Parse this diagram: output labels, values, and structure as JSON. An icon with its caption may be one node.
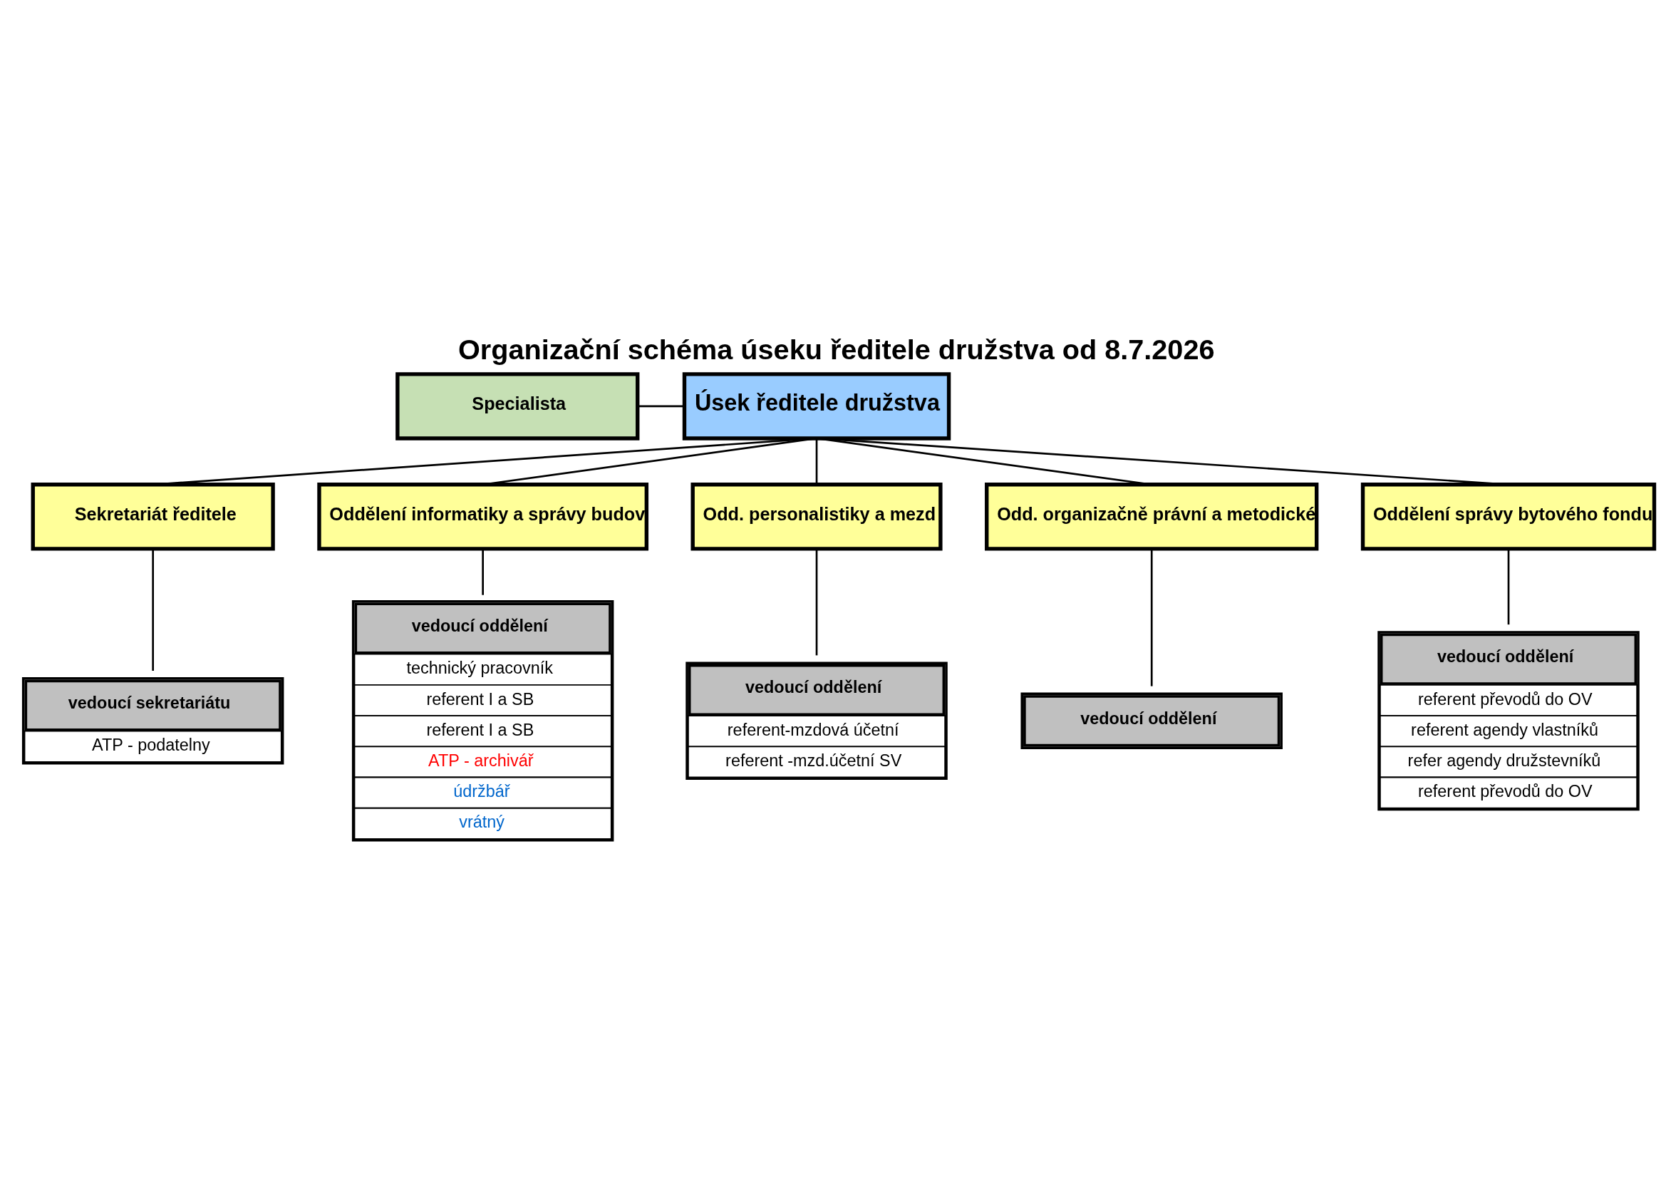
{
  "diagram": {
    "title": "Organizační schéma úseku ředitele družstva od 8.7.2026",
    "nodes": [
      {
        "text": [
          "Specialista"
        ]
      },
      {
        "text": [
          "Úsek ředitele družstva"
        ]
      },
      {
        "text": [
          "Sekretariát ředitele"
        ]
      },
      {
        "text": [
          "Oddělení informatiky a správy budov"
        ]
      },
      {
        "text": [
          "Odd. personalistiky a mezd"
        ]
      },
      {
        "text": [
          "Odd. organizačně právní a metodické"
        ]
      },
      {
        "text": [
          "Oddělení správy bytového fondu"
        ]
      },
      {
        "text": [
          "vedoucí sekretariátu",
          "ATP - podatelny"
        ]
      },
      {
        "text": [
          "vedoucí oddělení",
          "technický pracovník",
          "referent I a SB",
          "referent I a SB",
          "ATP - archivář",
          "údržbář",
          "vrátný"
        ]
      },
      {
        "text": [
          "vedoucí oddělení",
          "referent-mzdová účetní",
          "referent -mzd.účetní SV"
        ]
      },
      {
        "text": [
          "vedoucí oddělení"
        ]
      },
      {
        "text": [
          "vedoucí oddělení",
          "referent převodů do OV",
          "referent agendy vlastníků",
          "refer agendy družstevníků",
          "referent převodů do OV"
        ]
      }
    ],
    "edges": [
      {
        "from": 0,
        "to": 1,
        "arrow": "none"
      },
      {
        "from": 1,
        "to": 2,
        "arrow": "none"
      },
      {
        "from": 1,
        "to": 3,
        "arrow": "none"
      },
      {
        "from": 1,
        "to": 4,
        "arrow": "none"
      },
      {
        "from": 1,
        "to": 5,
        "arrow": "none"
      },
      {
        "from": 1,
        "to": 6,
        "arrow": "none"
      },
      {
        "from": 2,
        "to": 7,
        "arrow": "none"
      },
      {
        "from": 3,
        "to": 8,
        "arrow": "none"
      },
      {
        "from": 4,
        "to": 9,
        "arrow": "none"
      },
      {
        "from": 5,
        "to": 10,
        "arrow": "none"
      },
      {
        "from": 6,
        "to": 11,
        "arrow": "none"
      }
    ]
  }
}
